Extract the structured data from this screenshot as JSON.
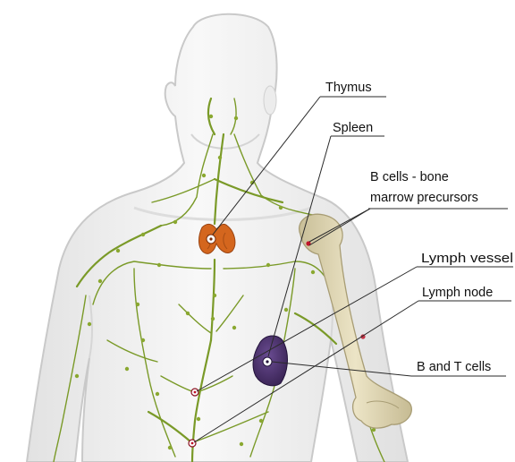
{
  "labels": {
    "thymus": "Thymus",
    "spleen": "Spleen",
    "b_cells_line1": "B cells - bone",
    "b_cells_line2": "marrow precursors",
    "lymph_vessel": "Lymph vessel",
    "lymph_node": "Lymph node",
    "b_and_t_cells": "B and T cells"
  },
  "colors": {
    "body_fill": "#eeeeee",
    "body_outline": "#c9c9c9",
    "vessel": "#7a9a28",
    "thymus": "#d4661e",
    "spleen": "#4a2f6e",
    "bone": "#ddd3b0",
    "marker": "#c0142a"
  }
}
